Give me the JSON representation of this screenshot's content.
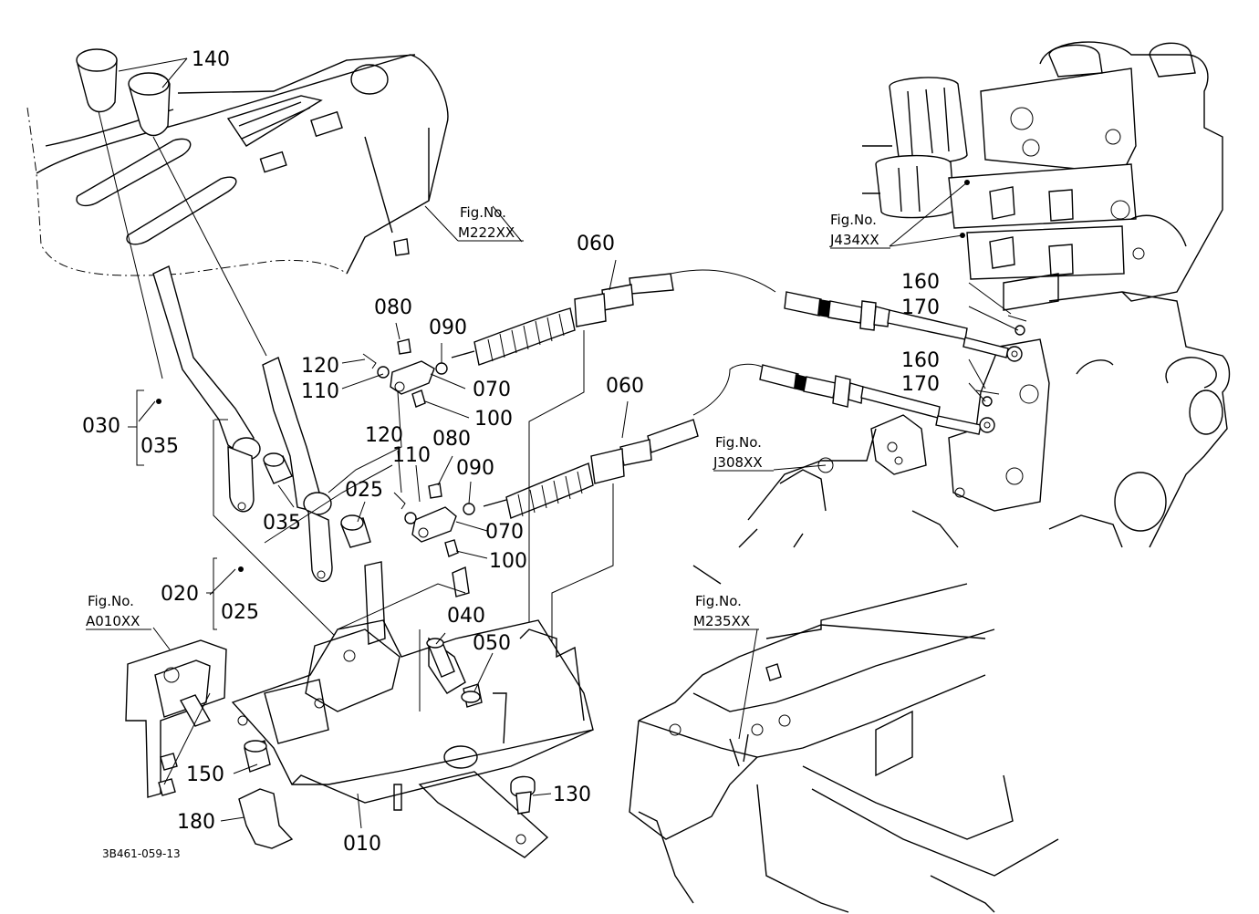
{
  "drawing_code": "3B461-059-13",
  "part_labels": {
    "p140": "140",
    "p080a": "080",
    "p090a": "090",
    "p120a": "120",
    "p110a": "110",
    "p070a": "070",
    "p100a": "100",
    "p030": "030",
    "p035a": "035",
    "p035b": "035",
    "p025a": "025",
    "p120b": "120",
    "p110b": "110",
    "p080b": "080",
    "p090b": "090",
    "p070b": "070",
    "p100b": "100",
    "p020": "020",
    "p025b": "025",
    "p040": "040",
    "p050": "050",
    "p150": "150",
    "p180": "180",
    "p010": "010",
    "p130": "130",
    "p060a": "060",
    "p060b": "060",
    "p160a": "160",
    "p170a": "170",
    "p160b": "160",
    "p170b": "170"
  },
  "figure_refs": {
    "m222": {
      "title": "Fig.No.",
      "code": "M222XX"
    },
    "j434": {
      "title": "Fig.No.",
      "code": "J434XX"
    },
    "j308": {
      "title": "Fig.No.",
      "code": "J308XX"
    },
    "a010": {
      "title": "Fig.No.",
      "code": "A010XX"
    },
    "m235": {
      "title": "Fig.No.",
      "code": "M235XX"
    }
  }
}
